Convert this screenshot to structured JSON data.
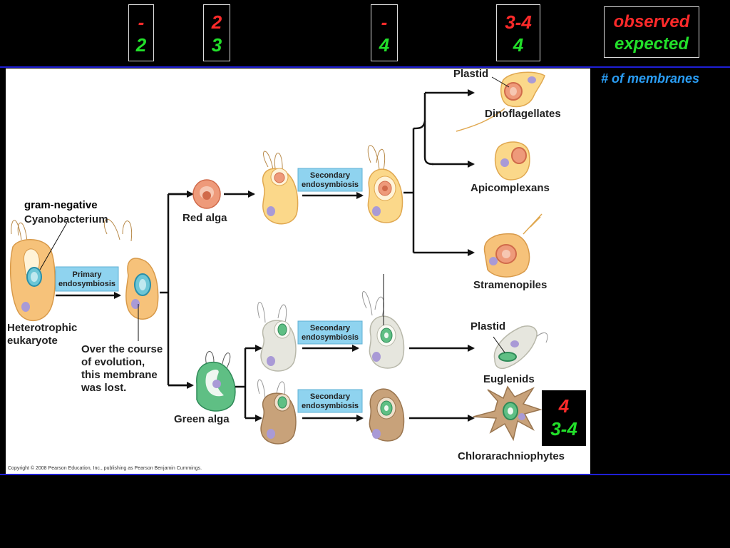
{
  "header_counts": [
    {
      "observed": "-",
      "expected": "2"
    },
    {
      "observed": "2",
      "expected": "3"
    },
    {
      "observed": "-",
      "expected": "4"
    },
    {
      "observed": "3-4",
      "expected": "4"
    }
  ],
  "legend": {
    "observed": "observed",
    "expected": "expected"
  },
  "membranes_label": "# of membranes",
  "chlorarachniophyte_counts": {
    "observed": "4",
    "expected": "3-4"
  },
  "figure": {
    "gram_negative": "gram-negative",
    "cyanobacterium": "Cyanobacterium",
    "heterotrophic": "Heterotrophic",
    "eukaryote": "eukaryote",
    "primary_line1": "Primary",
    "primary_line2": "endosymbiosis",
    "secondary_line1": "Secondary",
    "secondary_line2": "endosymbiosis",
    "membrane_lost": [
      "Over the course",
      "of evolution,",
      "this membrane",
      "was lost."
    ],
    "red_alga": "Red alga",
    "green_alga": "Green alga",
    "plastid": "Plastid",
    "dinoflagellates": "Dinoflagellates",
    "apicomplexans": "Apicomplexans",
    "stramenopiles": "Stramenopiles",
    "euglenids": "Euglenids",
    "chlorarachniophytes": "Chlorarachniophytes",
    "copyright": "Copyright © 2008 Pearson Education, Inc., publishing as Pearson Benjamin Cummings."
  },
  "colors": {
    "observed": "#ff2a2a",
    "expected": "#22e02a",
    "divider": "#1f1fd6",
    "membranes_label": "#2a9df4",
    "label_box": "#8fd3ef"
  }
}
